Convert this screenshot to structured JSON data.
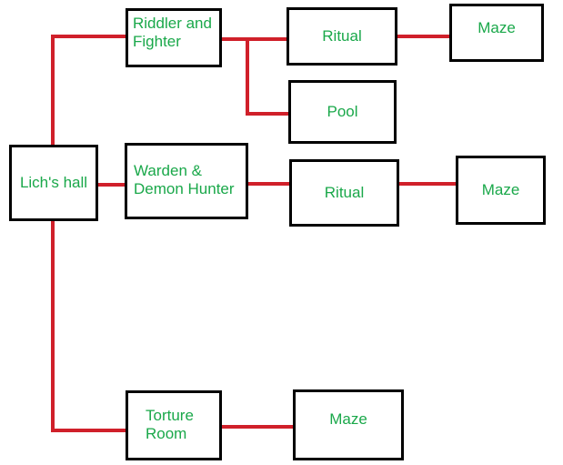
{
  "colors": {
    "connector": "#d0202a",
    "node_border": "#000000",
    "node_text": "#1aa84a",
    "background": "#ffffff"
  },
  "nodes": {
    "lichs_hall": "Lich's hall",
    "riddler_fighter": "Riddler and\nFighter",
    "warden_demon_hunter": "Warden &\nDemon Hunter",
    "torture_room": "Torture\nRoom",
    "ritual_top": "Ritual",
    "pool": "Pool",
    "ritual_middle": "Ritual",
    "maze_top": "Maze",
    "maze_middle": "Maze",
    "maze_bottom": "Maze"
  }
}
